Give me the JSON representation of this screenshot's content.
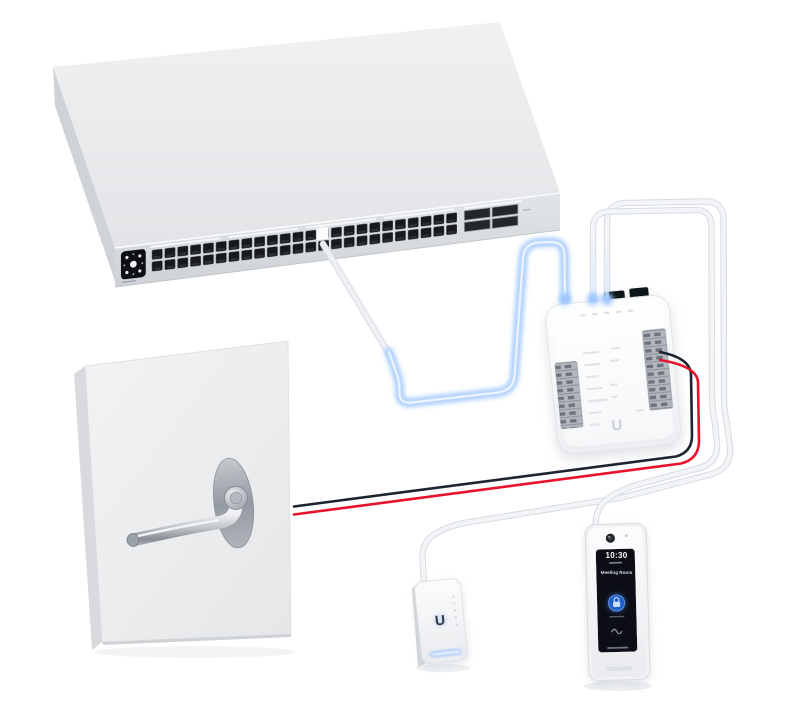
{
  "scene": {
    "background_color": "#ffffff"
  },
  "colors": {
    "cable_blue_glow": "#8ab5f2",
    "cable_white": "#f2f4f7",
    "wire_red": "#e8132b",
    "wire_black": "#1d2430",
    "unlock_button_blue": "#1f5fc9"
  },
  "switch": {
    "name": "unifi-48-port-poe-switch",
    "rj45_port_count": 48,
    "sfp_port_count": 4
  },
  "access_hub": {
    "name": "unifi-access-hub",
    "logo": "U"
  },
  "door": {
    "name": "door-with-lever-handle"
  },
  "reader_pro": {
    "name": "unifi-access-reader-pro",
    "screen": {
      "time": "10:30",
      "location": "Meeting Room"
    }
  },
  "reader_lite": {
    "name": "unifi-access-reader-lite",
    "logo": "U"
  }
}
